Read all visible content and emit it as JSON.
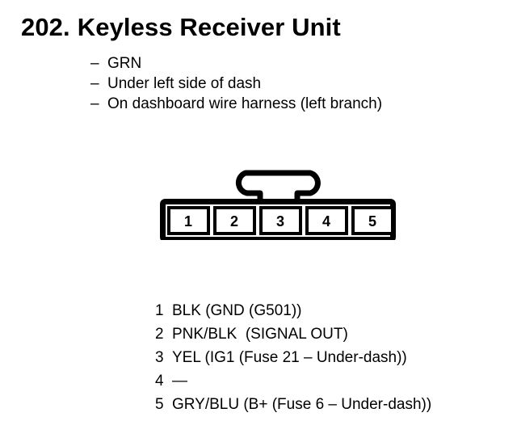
{
  "header": {
    "number": "202.",
    "title": "Keyless Receiver Unit"
  },
  "description": {
    "bullet": "–",
    "items": [
      "GRN",
      "Under left side of dash",
      "On dashboard wire harness (left branch)"
    ]
  },
  "connector": {
    "pin_count": 5,
    "pins": [
      "1",
      "2",
      "3",
      "4",
      "5"
    ],
    "latch": "retaining-tab",
    "line_color": "#000000",
    "fill_color": "#ffffff"
  },
  "legend": {
    "rows": [
      {
        "pin": "1",
        "desc": "BLK (GND (G501))"
      },
      {
        "pin": "2",
        "desc": "PNK/BLK  (SIGNAL OUT)"
      },
      {
        "pin": "3",
        "desc": "YEL (IG1 (Fuse 21 – Under-dash))"
      },
      {
        "pin": "4",
        "desc": "—"
      },
      {
        "pin": "5",
        "desc": "GRY/BLU (B+ (Fuse 6 – Under-dash))"
      }
    ]
  }
}
